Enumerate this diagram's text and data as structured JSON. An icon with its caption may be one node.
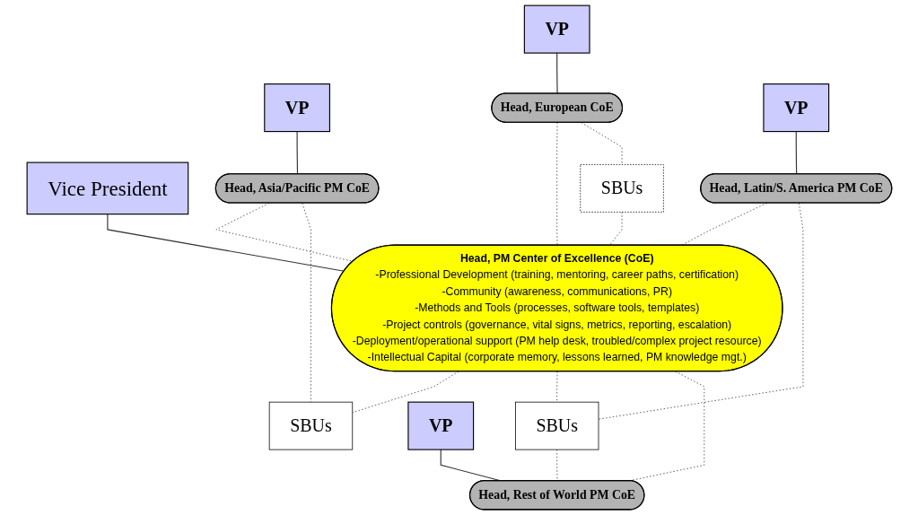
{
  "diagram": {
    "nodes": [
      {
        "text": [
          "VP"
        ]
      },
      {
        "text": [
          "Vice President"
        ]
      },
      {
        "text": [
          "VP"
        ]
      },
      {
        "text": [
          "Head, European CoE"
        ]
      },
      {
        "text": [
          "Head, Asia/Pacific PM CoE"
        ]
      },
      {
        "text": [
          "Head, PM Center of Excellence (CoE)",
          "-Professional Development (training, mentoring, career paths, certification)",
          "-Community (awareness, communications, PR)",
          "-Methods and Tools (processes, software tools, templates)",
          "-Project controls (governance, vital signs, metrics, reporting, escalation)",
          "-Deployment/operational support (PM help desk, troubled/complex project resource)",
          "-Intellectual Capital (corporate memory, lessons learned, PM knowledge mgt.)"
        ]
      },
      {
        "text": [
          "SBUs"
        ]
      },
      {
        "text": [
          "SBUs"
        ]
      },
      {
        "text": [
          "VP"
        ]
      },
      {
        "text": [
          "VP"
        ]
      },
      {
        "text": [
          "Head, Latin/S. America PM CoE"
        ]
      },
      {
        "text": [
          "Head, Rest of World PM CoE"
        ]
      },
      {
        "text": [
          "SBUs"
        ]
      }
    ],
    "edges": [
      {
        "from": 0,
        "to": 3,
        "arrow": "none"
      },
      {
        "from": 1,
        "to": 5,
        "arrow": "none"
      },
      {
        "from": 2,
        "to": 4,
        "arrow": "none"
      },
      {
        "from": 3,
        "to": 5,
        "arrow": "none",
        "style": "dashed"
      },
      {
        "from": 3,
        "to": 6,
        "arrow": "none",
        "style": "dashed"
      },
      {
        "from": 6,
        "to": 5,
        "arrow": "none",
        "style": "dashed"
      },
      {
        "from": 4,
        "to": 5,
        "arrow": "none",
        "style": "dashed"
      },
      {
        "from": 4,
        "to": 7,
        "arrow": "none",
        "style": "dashed"
      },
      {
        "from": 5,
        "to": 7,
        "arrow": "none",
        "style": "dashed"
      },
      {
        "from": 8,
        "to": 10,
        "arrow": "none"
      },
      {
        "from": 10,
        "to": 5,
        "arrow": "none",
        "style": "dashed"
      },
      {
        "from": 10,
        "to": 12,
        "arrow": "none",
        "style": "dashed"
      },
      {
        "from": 5,
        "to": 12,
        "arrow": "none",
        "style": "dashed"
      },
      {
        "from": 9,
        "to": 11,
        "arrow": "none"
      },
      {
        "from": 5,
        "to": 11,
        "arrow": "none",
        "style": "dashed"
      },
      {
        "from": 12,
        "to": 11,
        "arrow": "none",
        "style": "dashed"
      }
    ]
  }
}
